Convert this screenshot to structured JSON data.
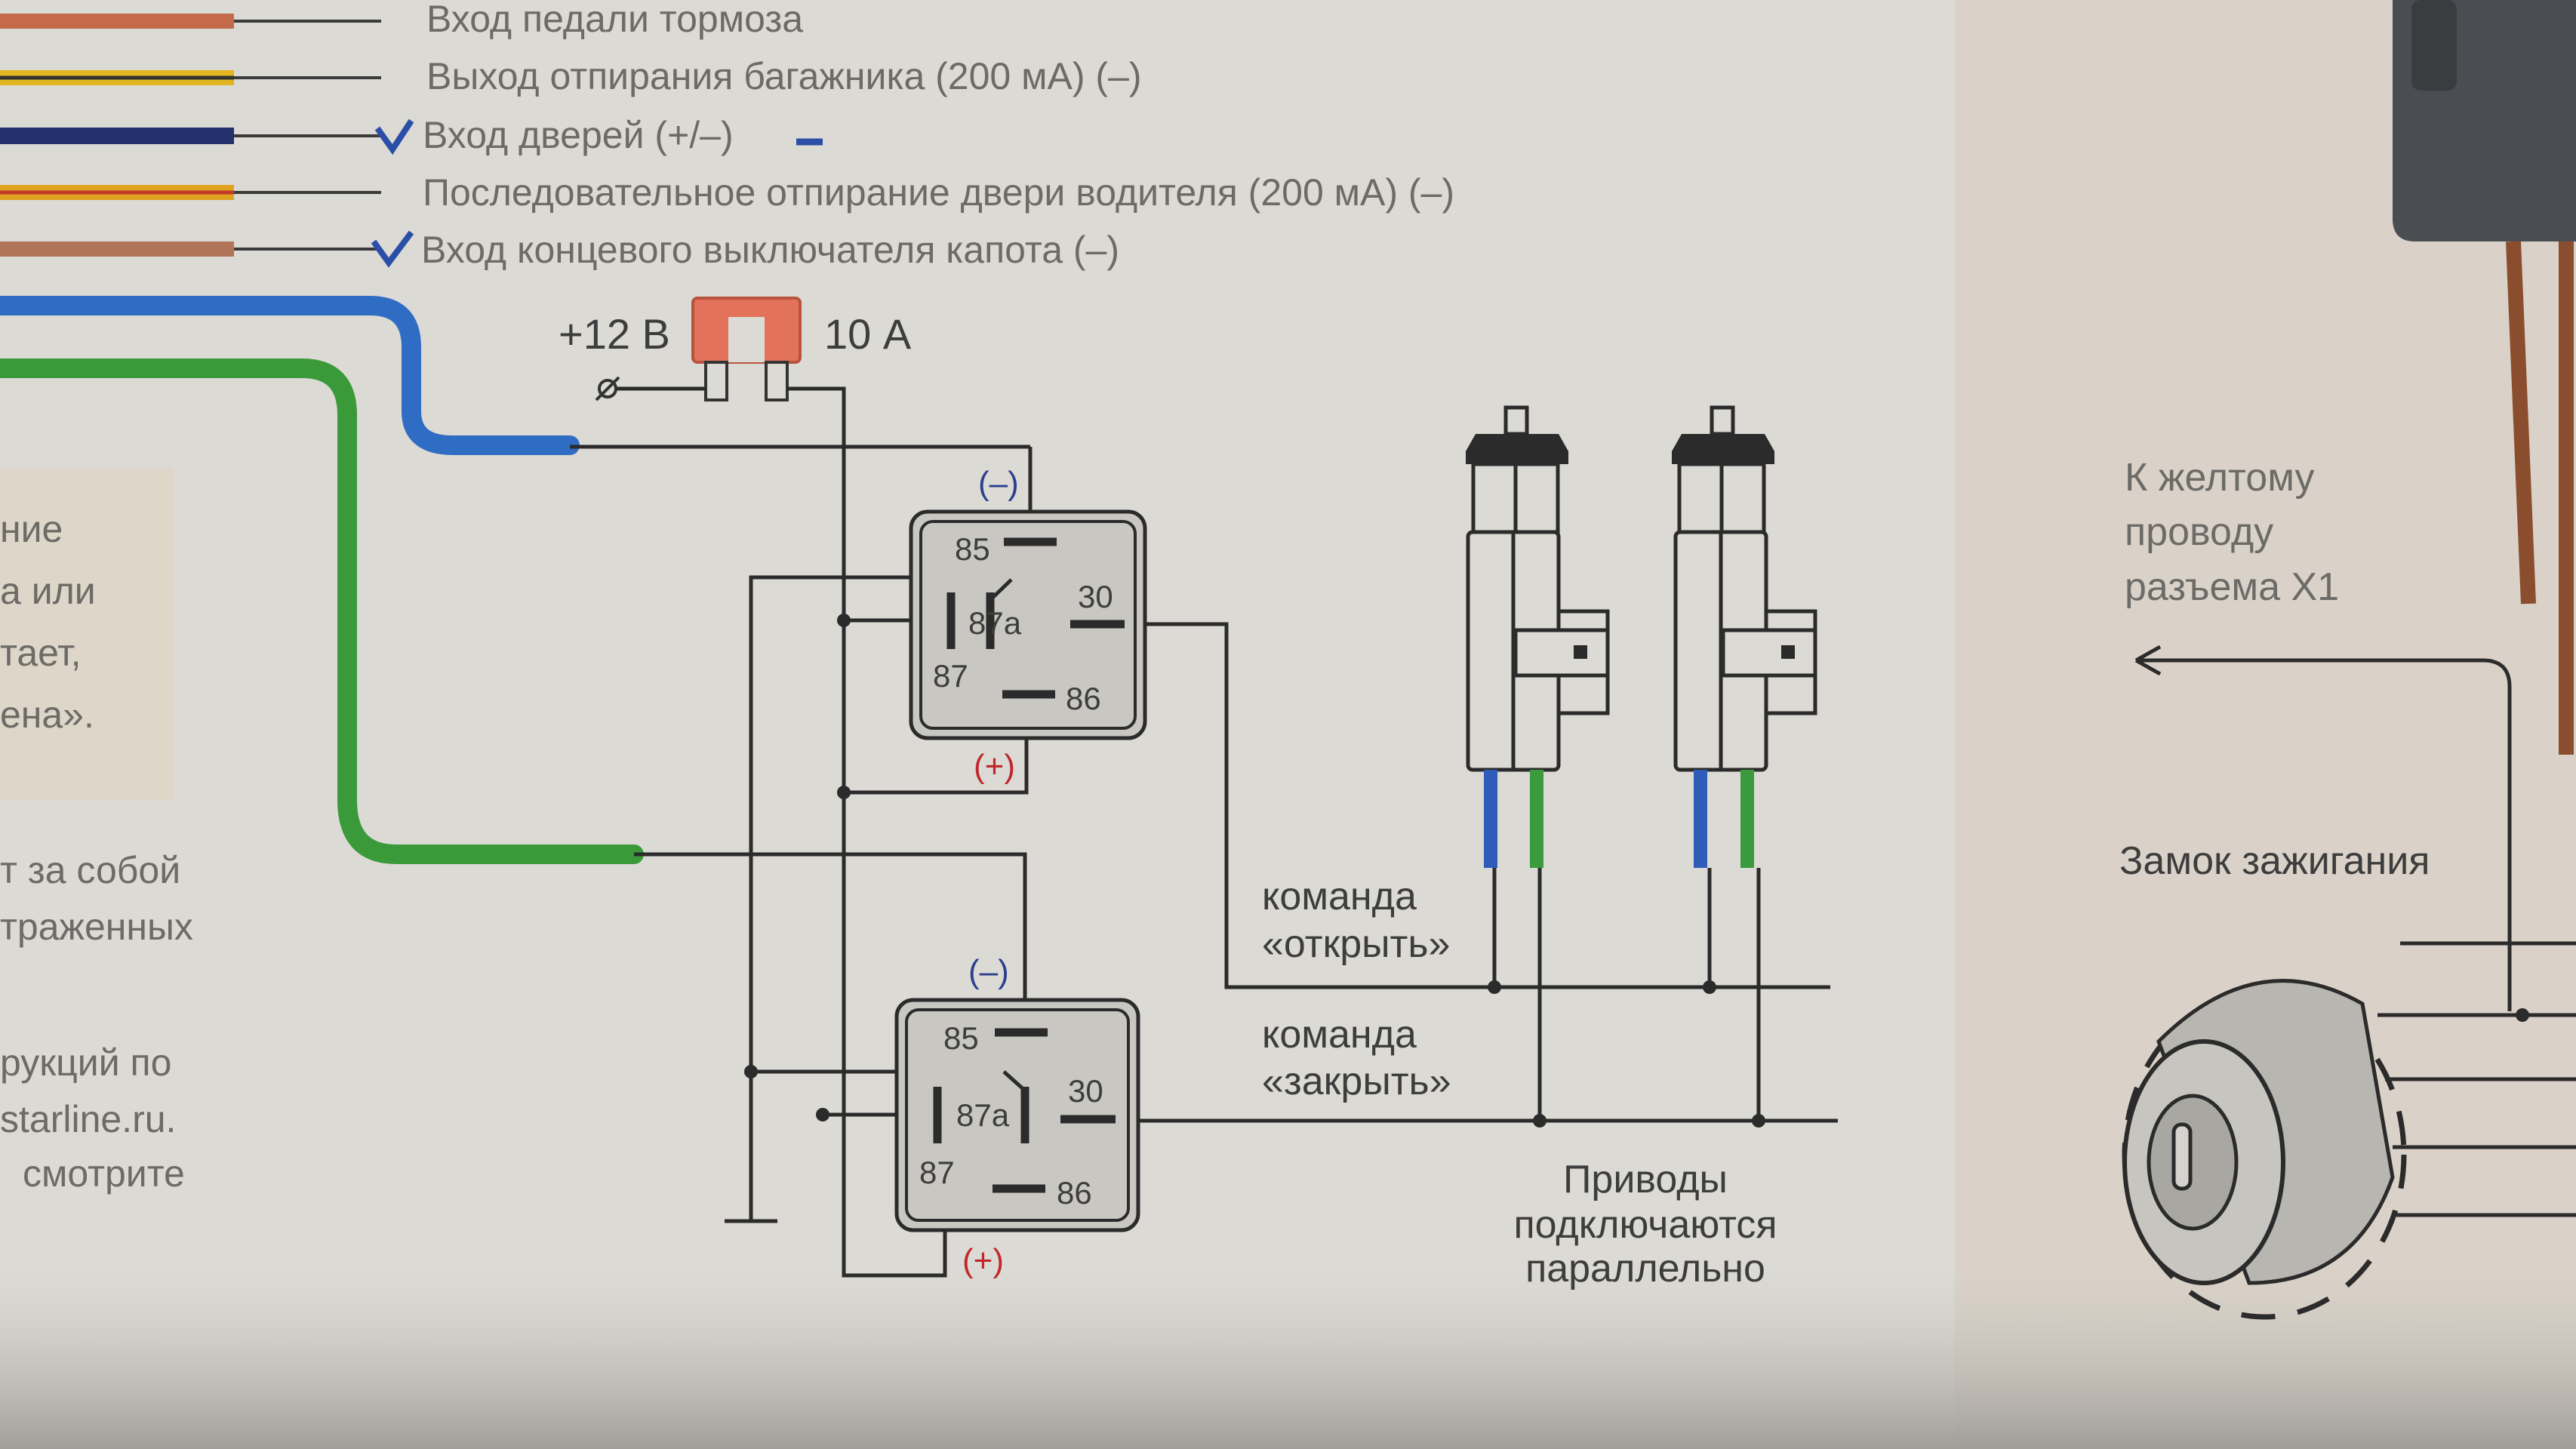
{
  "wires": [
    {
      "label": "Вход педали тормоза",
      "color": "#c46a4a"
    },
    {
      "label": "Выход отпирания багажника (200 мА) (–)",
      "color": "#e2b521"
    },
    {
      "label": "Вход дверей (+/–)",
      "color": "#23306e"
    },
    {
      "label": "Последовательное отпирание двери водителя (200 мА) (–)",
      "color": "#e0a21f"
    },
    {
      "label": "Вход концевого выключателя капота (–)",
      "color": "#b07458"
    }
  ],
  "fuse": {
    "voltage": "+12 В",
    "rating": "10 А"
  },
  "relay_top": {
    "pin85": "85",
    "pin87a": "87a",
    "pin30": "30",
    "pin87": "87",
    "pin86": "86",
    "minus": "(–)",
    "plus": "(+)"
  },
  "relay_bottom": {
    "pin85": "85",
    "pin87a": "87a",
    "pin30": "30",
    "pin87": "87",
    "pin86": "86",
    "minus": "(–)",
    "plus": "(+)"
  },
  "commands": {
    "open": [
      "команда",
      "«открыть»"
    ],
    "close": [
      "команда",
      "«закрыть»"
    ]
  },
  "actuators_note": [
    "Приводы",
    "подключаются",
    "параллельно"
  ],
  "yellow_wire_note": [
    "К желтому",
    "проводу",
    "разъема X1"
  ],
  "ignition_label": "Замок зажигания",
  "left_fragments": [
    "ние",
    "а или",
    "тает,",
    "ена».",
    "т за собой",
    "траженных",
    "рукций по",
    "starline.ru.",
    "смотрите"
  ],
  "colors": {
    "blue_wire": "#2f6cc4",
    "green_wire": "#3a9a3a",
    "fuse": "#e2735a",
    "relay_fill": "#c9c7c2",
    "actuator_blue": "#2e5cb8",
    "actuator_green": "#3b9a3b"
  }
}
